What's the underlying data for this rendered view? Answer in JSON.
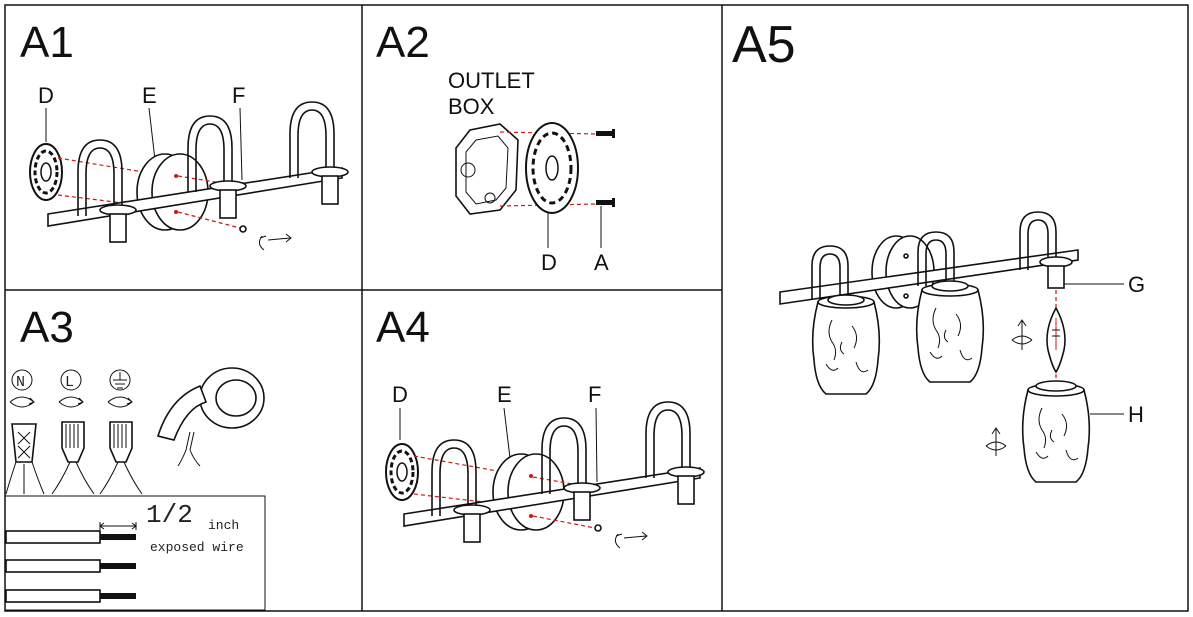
{
  "panels": {
    "a1": {
      "title": "A1",
      "labels": {
        "d": "D",
        "e": "E",
        "f": "F"
      }
    },
    "a2": {
      "title": "A2",
      "outlet_line1": "OUTLET",
      "outlet_line2": "BOX",
      "labels": {
        "d": "D",
        "a": "A"
      }
    },
    "a3": {
      "title": "A3",
      "symbols": {
        "neutral": "N",
        "line": "L"
      },
      "fraction": "1/2",
      "unit": "inch",
      "caption": "exposed wire"
    },
    "a4": {
      "title": "A4",
      "labels": {
        "d": "D",
        "e": "E",
        "f": "F"
      }
    },
    "a5": {
      "title": "A5",
      "labels": {
        "g": "G",
        "h": "H"
      }
    }
  },
  "colors": {
    "guide_line": "#d01818",
    "ink": "#111111"
  }
}
